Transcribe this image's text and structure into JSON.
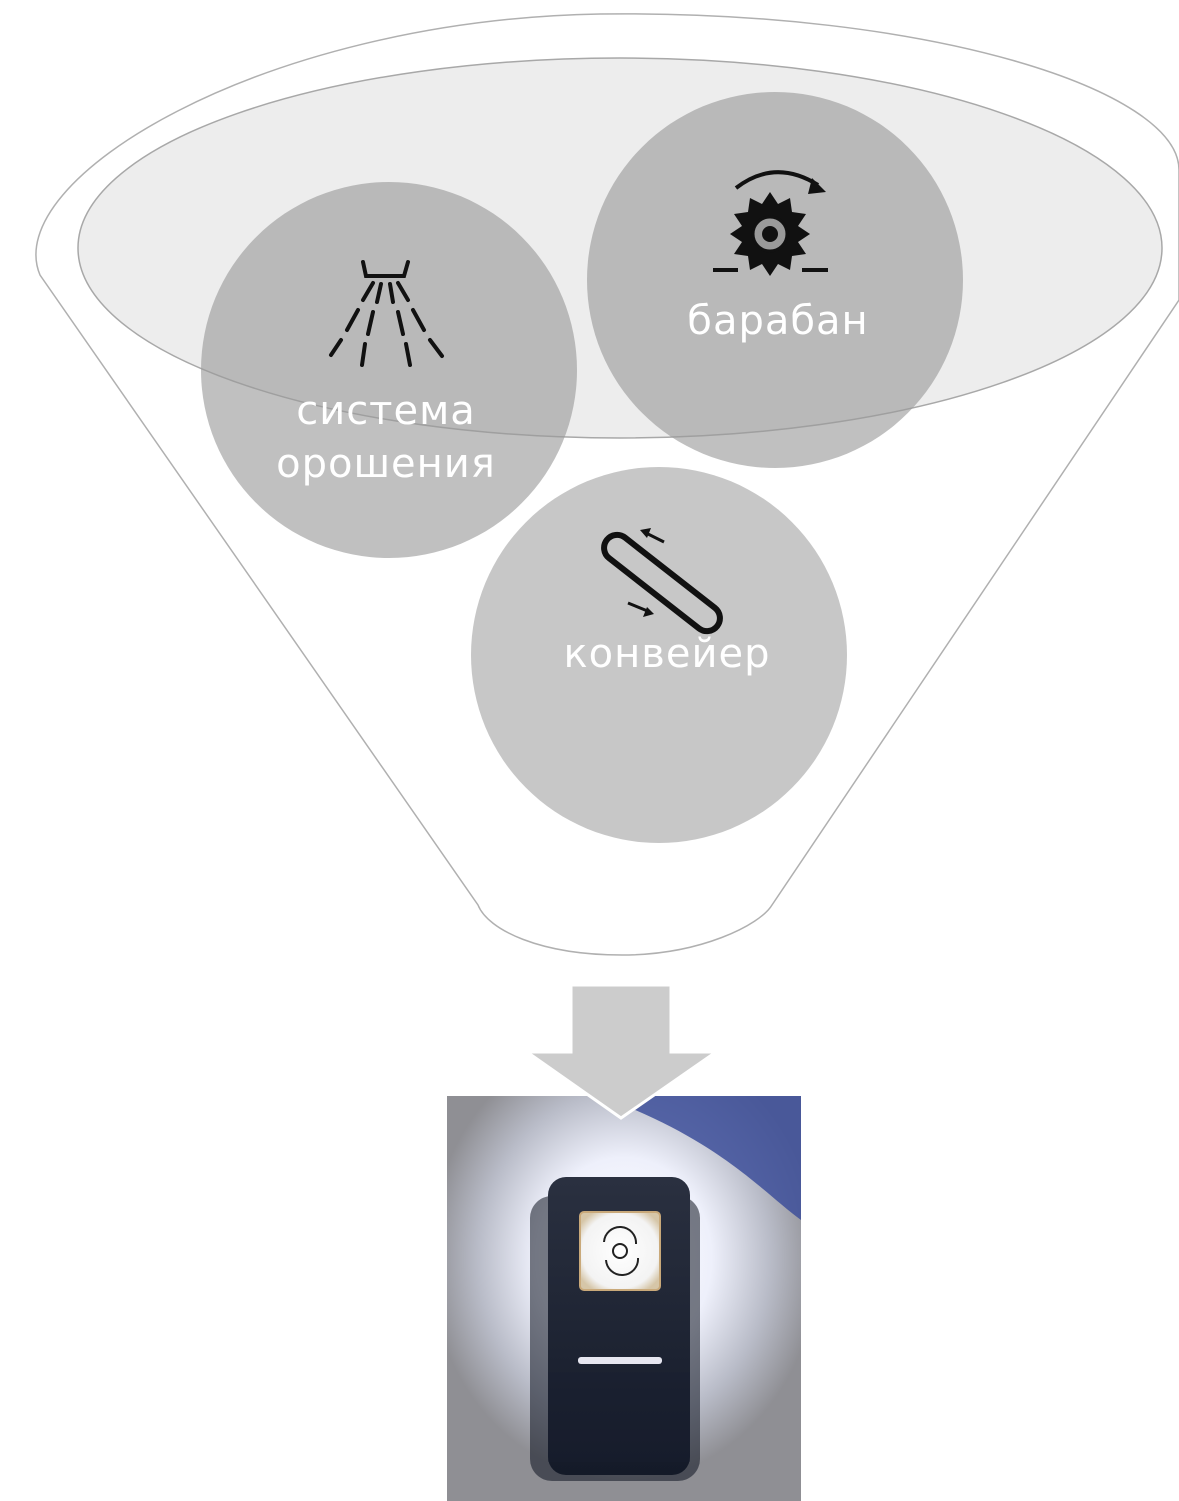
{
  "colors": {
    "funnel_stroke": "#b0b0b0",
    "rim_fill": "#ededed",
    "circle_dark": "#9a9a9a",
    "circle_light": "#c2c2c2",
    "label_text": "#ffffff",
    "arrow_fill": "#cccccc",
    "switch_body": "#1d2433",
    "switch_glow": "#f4f6ff",
    "switch_wall_blue": "#3d4f9a"
  },
  "funnel": {
    "items": [
      {
        "label_lines": [
          "система",
          "орошения"
        ],
        "icon": "spray-nozzle-icon"
      },
      {
        "label_lines": [
          "барабан"
        ],
        "icon": "rotating-drum-icon"
      },
      {
        "label_lines": [
          "конвейер"
        ],
        "icon": "conveyor-belt-icon"
      }
    ]
  },
  "output": {
    "arrow": "down-arrow-icon",
    "image": "illuminated-rocker-switch-photo",
    "switch_symbol": "rotation-spiral-icon"
  }
}
